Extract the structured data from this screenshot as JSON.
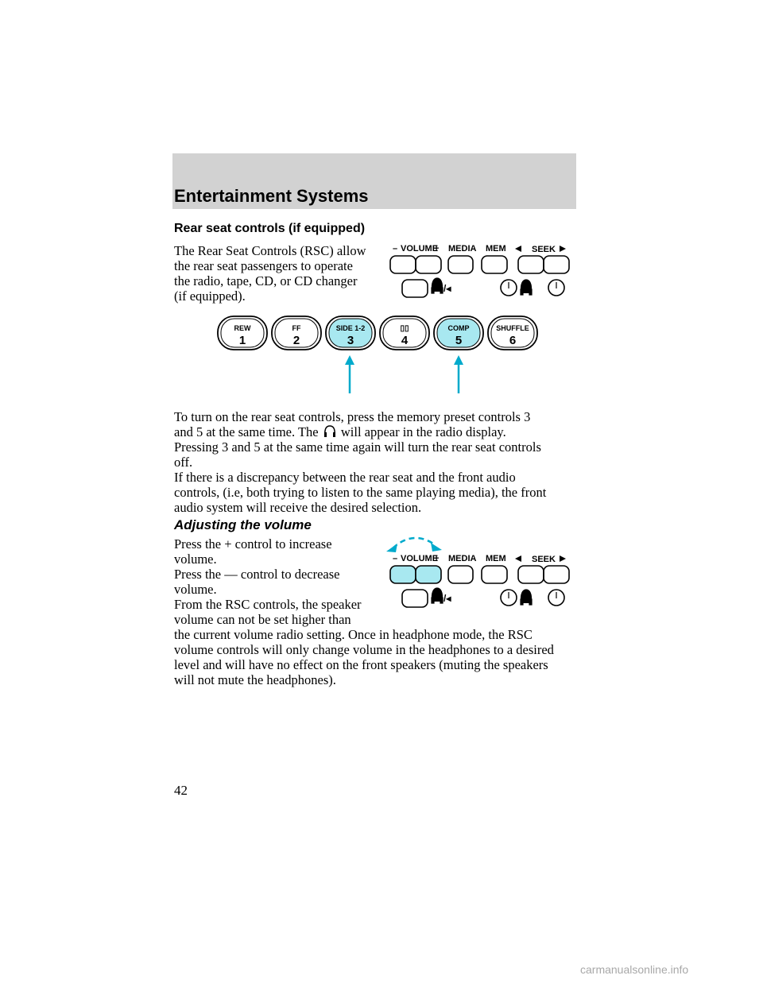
{
  "header": {
    "section_title": "Entertainment Systems"
  },
  "rsc": {
    "heading": "Rear seat controls (if equipped)",
    "intro_lines": [
      "The Rear Seat Controls (RSC) allow",
      "the rear seat passengers to operate",
      "the radio, tape, CD, or CD changer",
      "(if equipped)."
    ],
    "turn_on_line1": "To turn on the rear seat controls, press the memory preset controls 3",
    "turn_on_line2_a": "and 5 at the same time. The",
    "turn_on_line2_b": "will appear in the radio display.",
    "off_lines": [
      "Pressing 3 and 5 at the same time again will turn the rear seat controls",
      "off."
    ],
    "discrepancy_lines": [
      "If there is a discrepancy between the rear seat and the front audio",
      "controls, (i.e, both trying to listen to the same playing media), the front",
      "audio system will receive the desired selection."
    ]
  },
  "volume": {
    "heading": "Adjusting the volume",
    "increase_lines": [
      "Press the + control to increase",
      "volume."
    ],
    "decrease_lines": [
      "Press the — control to decrease",
      "volume."
    ],
    "limit_lines": [
      "From the RSC controls, the speaker",
      "volume can not be set higher than",
      "the current volume radio setting. Once in headphone mode, the RSC",
      "volume controls will only change volume in the headphones to a desired",
      "level and will have no effect on the front speakers (muting the speakers",
      "will not mute the headphones)."
    ]
  },
  "control_panel": {
    "minus": "–",
    "volume_label": "VOLUME",
    "plus": "+",
    "media_label": "MEDIA",
    "mem_label": "MEM",
    "seek_label": "SEEK",
    "mute_label": "/◂",
    "highlight_color": "#a8e8f0",
    "arrow_color": "#00aacc"
  },
  "presets": [
    {
      "top": "REW",
      "num": "1",
      "highlighted": false
    },
    {
      "top": "FF",
      "num": "2",
      "highlighted": false
    },
    {
      "top": "SIDE 1-2",
      "num": "3",
      "highlighted": true
    },
    {
      "top": "▯▯",
      "num": "4",
      "highlighted": false
    },
    {
      "top": "COMP",
      "num": "5",
      "highlighted": true
    },
    {
      "top": "SHUFFLE",
      "num": "6",
      "highlighted": false
    }
  ],
  "page_number": "42",
  "footer": {
    "watermark": "carmanualsonline.info"
  }
}
